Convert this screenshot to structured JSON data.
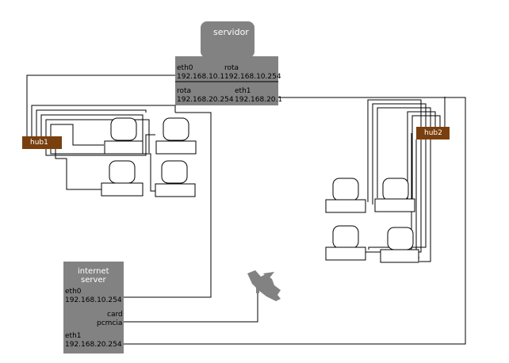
{
  "servidor": {
    "title": "servidor",
    "eth0_name": "eth0",
    "eth0_ip": "192.168.10.1",
    "rota1_name": "rota",
    "rota1_ip": "192.168.10.254",
    "rota2_name": "rota",
    "rota2_ip": "192.168.20.254",
    "eth1_name": "eth1",
    "eth1_ip": "192.168.20.1"
  },
  "hub1": {
    "label": "hub1"
  },
  "hub2": {
    "label": "hub2"
  },
  "internet_server": {
    "title_line1": "internet",
    "title_line2": "server",
    "eth0_name": "eth0",
    "eth0_ip": "192.168.10.254",
    "card_line1": "card",
    "card_line2": "pcmcia",
    "eth1_name": "eth1",
    "eth1_ip": "192.168.20.254"
  },
  "colors": {
    "server_gray": "#828282",
    "hub_brown": "#7a3f0e",
    "line": "#000000"
  }
}
